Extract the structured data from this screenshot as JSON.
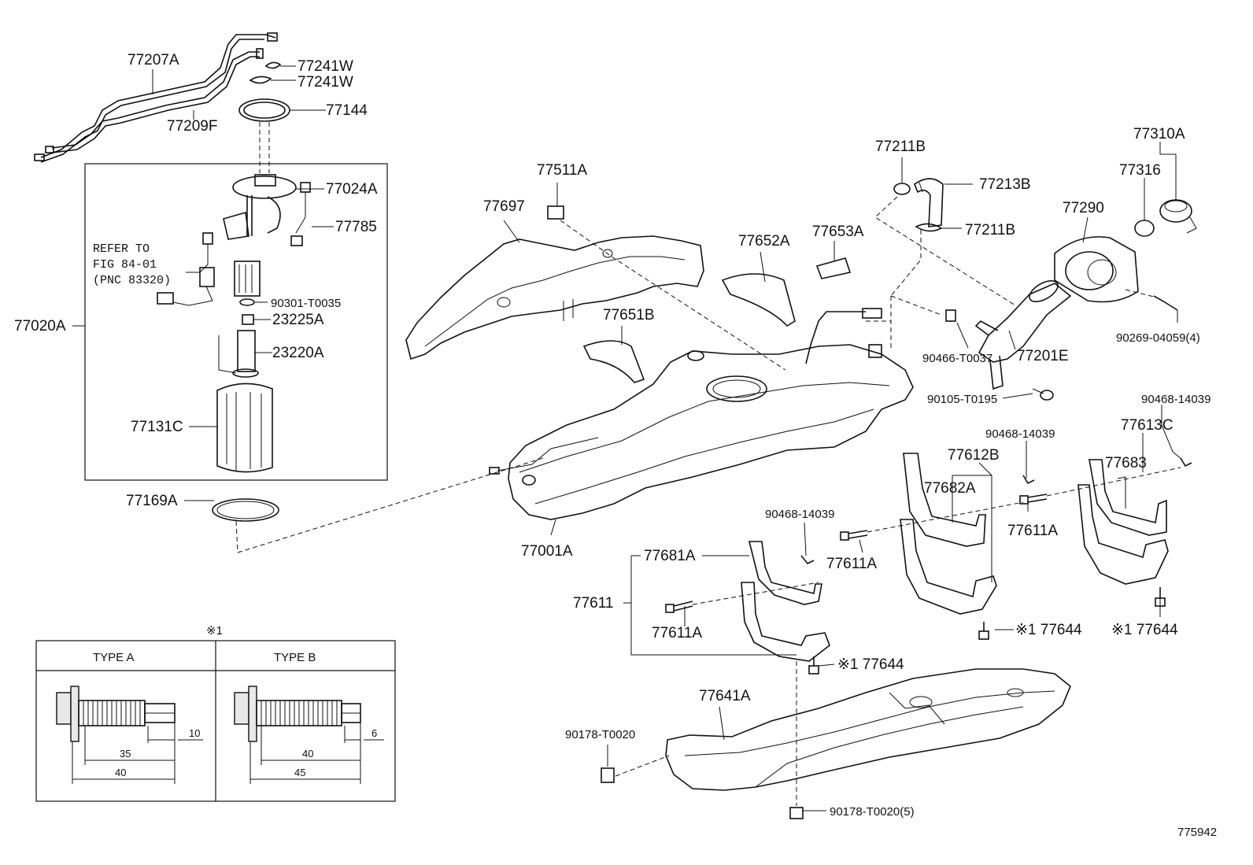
{
  "diagram_id": "775942",
  "parts": {
    "p77207A": "77207A",
    "p77241W_1": "77241W",
    "p77241W_2": "77241W",
    "p77144": "77144",
    "p77209F": "77209F",
    "p77024A": "77024A",
    "p77785": "77785",
    "p90301": "90301-T0035",
    "p23225A": "23225A",
    "p23220A": "23220A",
    "p77131C": "77131C",
    "p77020A": "77020A",
    "p77169A": "77169A",
    "p77511A": "77511A",
    "p77697": "77697",
    "p77652A": "77652A",
    "p77653A": "77653A",
    "p77651B": "77651B",
    "p77001A": "77001A",
    "p77211B_1": "77211B",
    "p77213B": "77213B",
    "p77211B_2": "77211B",
    "p77310A": "77310A",
    "p77316": "77316",
    "p77290": "77290",
    "p90269": "90269-04059(4)",
    "p90466": "90466-T0037",
    "p77201E": "77201E",
    "p90105": "90105-T0195",
    "p90468_1": "90468-14039",
    "p90468_2": "90468-14039",
    "p90468_3": "90468-14039",
    "p77613C": "77613C",
    "p77612B": "77612B",
    "p77682A": "77682A",
    "p77683": "77683",
    "p77611A_1": "77611A",
    "p77611A_2": "77611A",
    "p77611A_3": "77611A",
    "p77681A": "77681A",
    "p77611": "77611",
    "p77644_1": "※1 77644",
    "p77644_2": "※1 77644",
    "p77644_3": "※1 77644",
    "p77641A": "77641A",
    "p90178_1": "90178-T0020",
    "p90178_2": "90178-T0020(5)"
  },
  "refer": {
    "line1": "REFER TO",
    "line2": "FIG 84-01",
    "line3": "(PNC 83320)"
  },
  "inset": {
    "mark": "※1",
    "type_a": "TYPE A",
    "type_b": "TYPE B",
    "a_dim_10": "10",
    "a_dim_35": "35",
    "a_dim_40": "40",
    "b_dim_6": "6",
    "b_dim_40": "40",
    "b_dim_45": "45"
  }
}
